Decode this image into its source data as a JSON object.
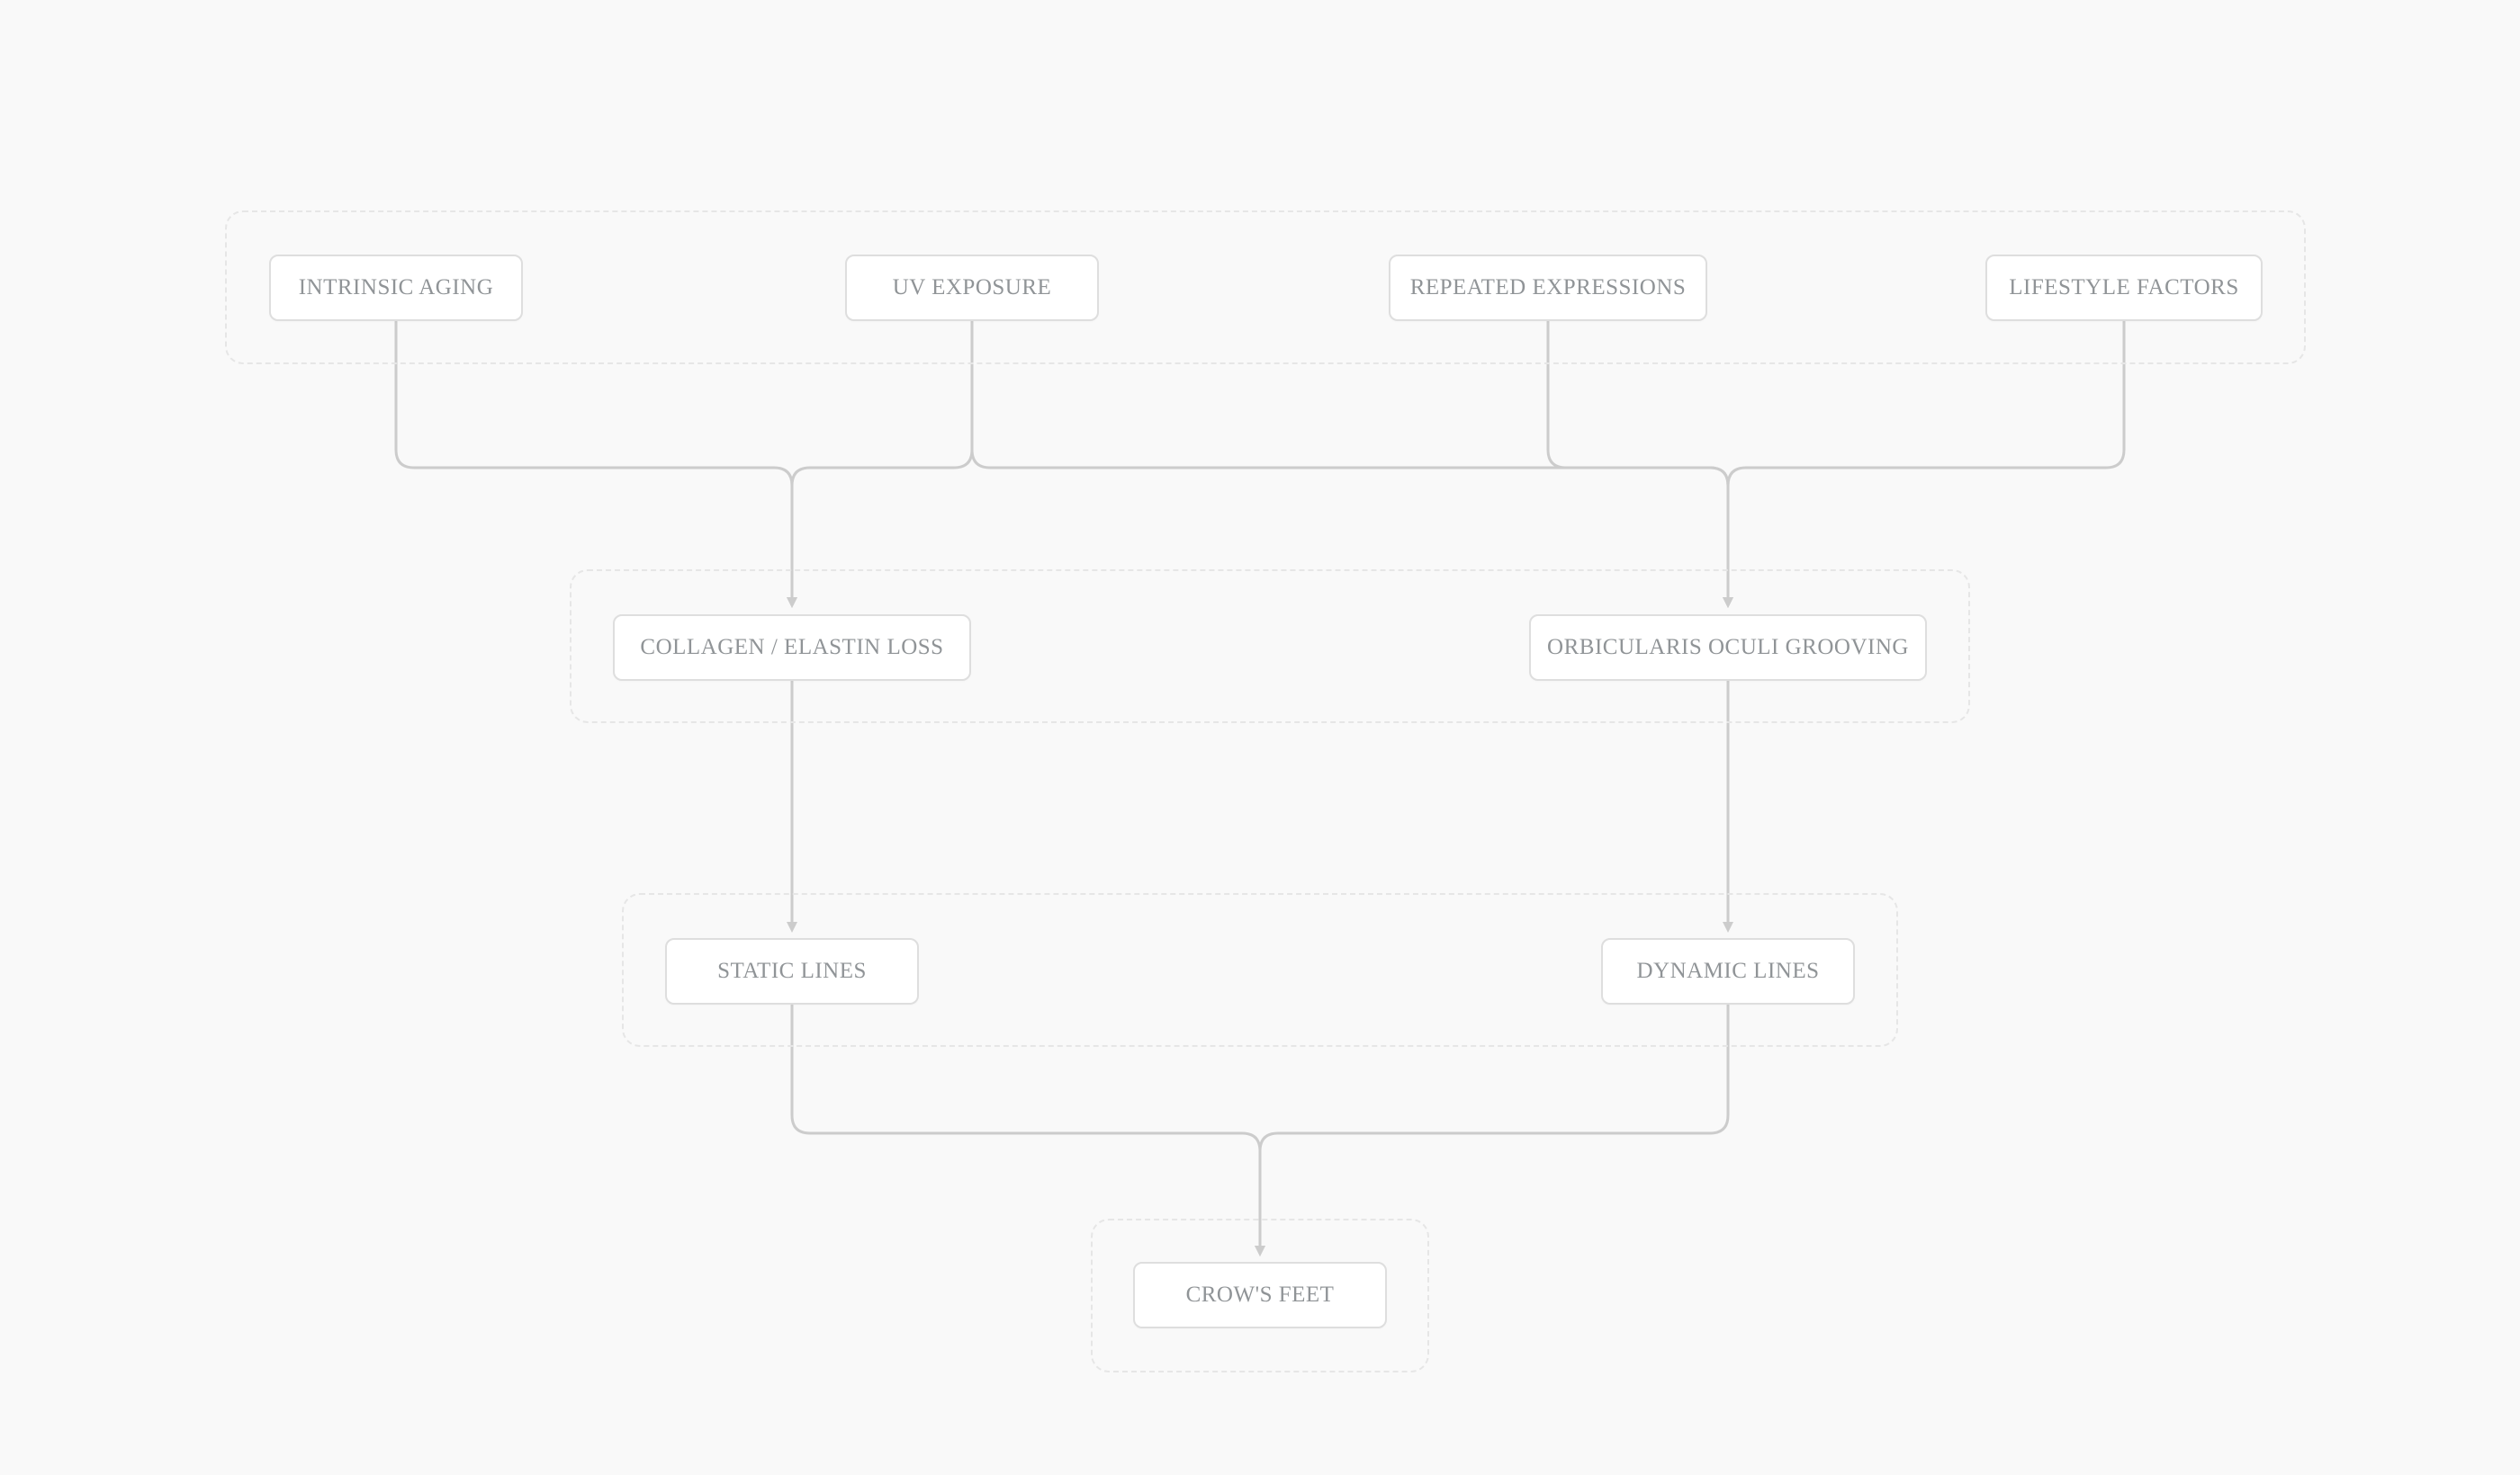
{
  "diagram": {
    "colors": {
      "background": "#f9f9f9",
      "node_fill": "#ffffff",
      "node_border": "#dedede",
      "node_text": "#909497",
      "edge": "#cccccc",
      "group_border": "#e6e6e6"
    },
    "nodes": {
      "intrinsic_aging": "INTRINSIC AGING",
      "uv_exposure": "UV EXPOSURE",
      "repeated_expressions": "REPEATED EXPRESSIONS",
      "lifestyle_factors": "LIFESTYLE FACTORS",
      "collagen_elastin_loss": "COLLAGEN / ELASTIN LOSS",
      "orbicularis_oculi_grooving": "ORBICULARIS OCULI GROOVING",
      "static_lines": "STATIC LINES",
      "dynamic_lines": "DYNAMIC LINES",
      "crows_feet": "CROW'S FEET"
    },
    "edges": [
      {
        "from": "intrinsic_aging",
        "to": "collagen_elastin_loss"
      },
      {
        "from": "uv_exposure",
        "to": "collagen_elastin_loss"
      },
      {
        "from": "uv_exposure",
        "to": "orbicularis_oculi_grooving"
      },
      {
        "from": "repeated_expressions",
        "to": "orbicularis_oculi_grooving"
      },
      {
        "from": "lifestyle_factors",
        "to": "orbicularis_oculi_grooving"
      },
      {
        "from": "collagen_elastin_loss",
        "to": "static_lines"
      },
      {
        "from": "orbicularis_oculi_grooving",
        "to": "dynamic_lines"
      },
      {
        "from": "static_lines",
        "to": "crows_feet"
      },
      {
        "from": "dynamic_lines",
        "to": "crows_feet"
      }
    ]
  }
}
